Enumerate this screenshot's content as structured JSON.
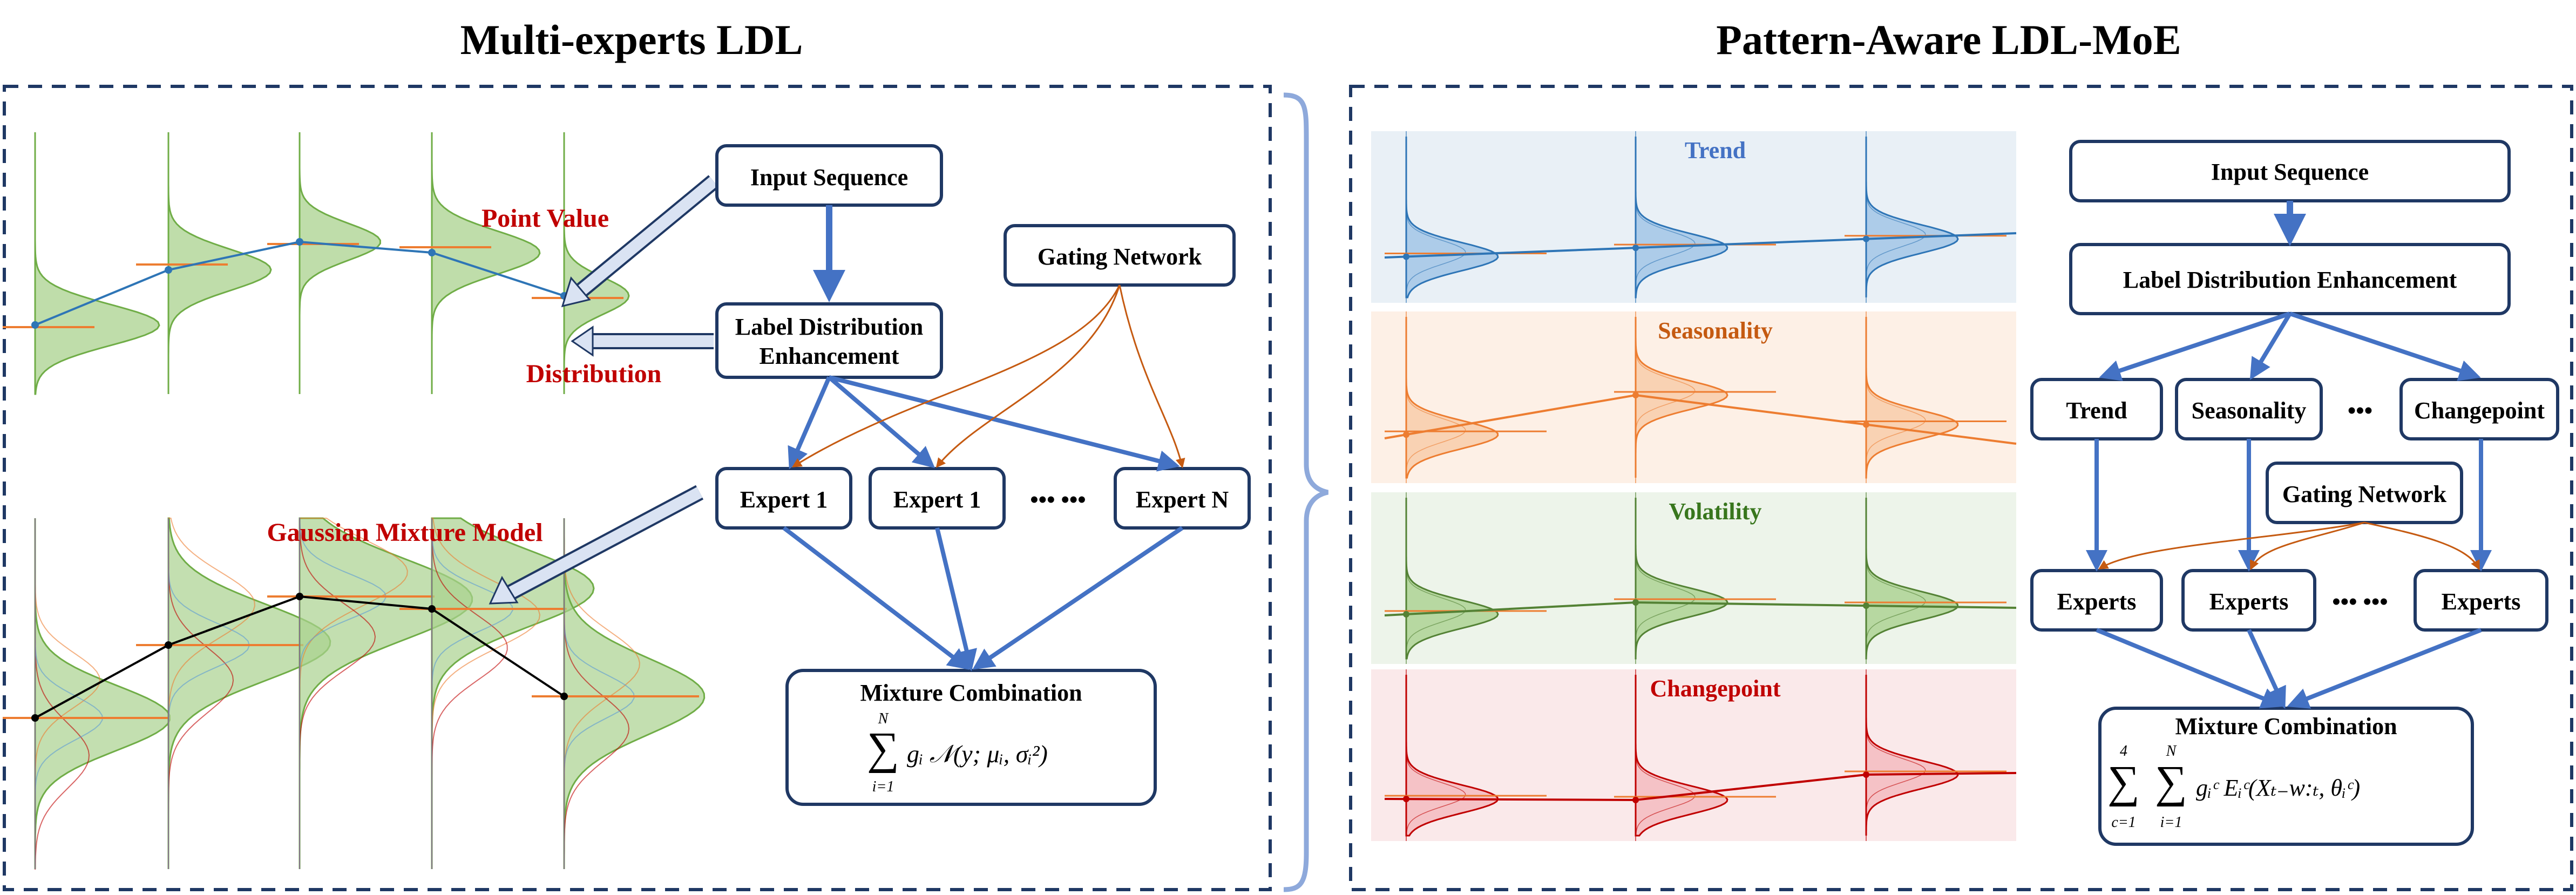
{
  "left_panel": {
    "title": "Multi-experts LDL",
    "labels": {
      "point_value": "Point Value",
      "distribution": "Distribution",
      "gmm": "Gaussian Mixture Model"
    },
    "flow": {
      "input": "Input Sequence",
      "lde_line1": "Label Distribution",
      "lde_line2": "Enhancement",
      "gating": "Gating Network",
      "expert1": "Expert 1",
      "expert2": "Expert 1",
      "ellipsis": "•••  •••",
      "expertN": "Expert N",
      "mixture_title": "Mixture Combination",
      "formula": {
        "sum": "∑",
        "upper": "N",
        "lower": "i=1",
        "body": "gᵢ 𝒩(y; μᵢ, σᵢ²)"
      }
    }
  },
  "right_panel": {
    "title": "Pattern-Aware LDL-MoE",
    "bands": [
      {
        "label": "Trend",
        "color": "#4472c4",
        "bg": "#e9f0f6",
        "fill": "#9dc3e6",
        "stroke": "#2e75b6"
      },
      {
        "label": "Seasonality",
        "color": "#c55a11",
        "bg": "#fdf0e6",
        "fill": "#f8cba6",
        "stroke": "#ed7d31"
      },
      {
        "label": "Volatility",
        "color": "#38761d",
        "bg": "#edf4ea",
        "fill": "#a9d18e",
        "stroke": "#548235"
      },
      {
        "label": "Changepoint",
        "color": "#c00000",
        "bg": "#fae9ea",
        "fill": "#f4b8bd",
        "stroke": "#c00000"
      }
    ],
    "flow": {
      "input": "Input Sequence",
      "lde": "Label Distribution Enhancement",
      "trend": "Trend",
      "seasonality": "Seasonality",
      "dots": "•••",
      "changepoint": "Changepoint",
      "gating": "Gating Network",
      "experts1": "Experts",
      "experts2": "Experts",
      "ellipsis": "•••  •••",
      "experts3": "Experts",
      "mixture_title": "Mixture Combination",
      "formula": {
        "sum1": "∑",
        "upper1": "4",
        "lower1": "c=1",
        "sum2": "∑",
        "upper2": "N",
        "lower2": "i=1",
        "body": "gᵢᶜ Eᵢᶜ(Xₜ₋w:ₜ, θᵢᶜ)"
      }
    }
  },
  "colors": {
    "dash_border": "#1f3864",
    "box_border": "#1f3864",
    "arrow_blue": "#4472c4",
    "arrow_orange": "#c55a11",
    "label_red": "#c00000",
    "green_fill": "#a9d18e",
    "green_line": "#70ad47",
    "orange_tick": "#ed7d31",
    "trend_line": "#2e75b6",
    "brace": "#8ea9db"
  }
}
